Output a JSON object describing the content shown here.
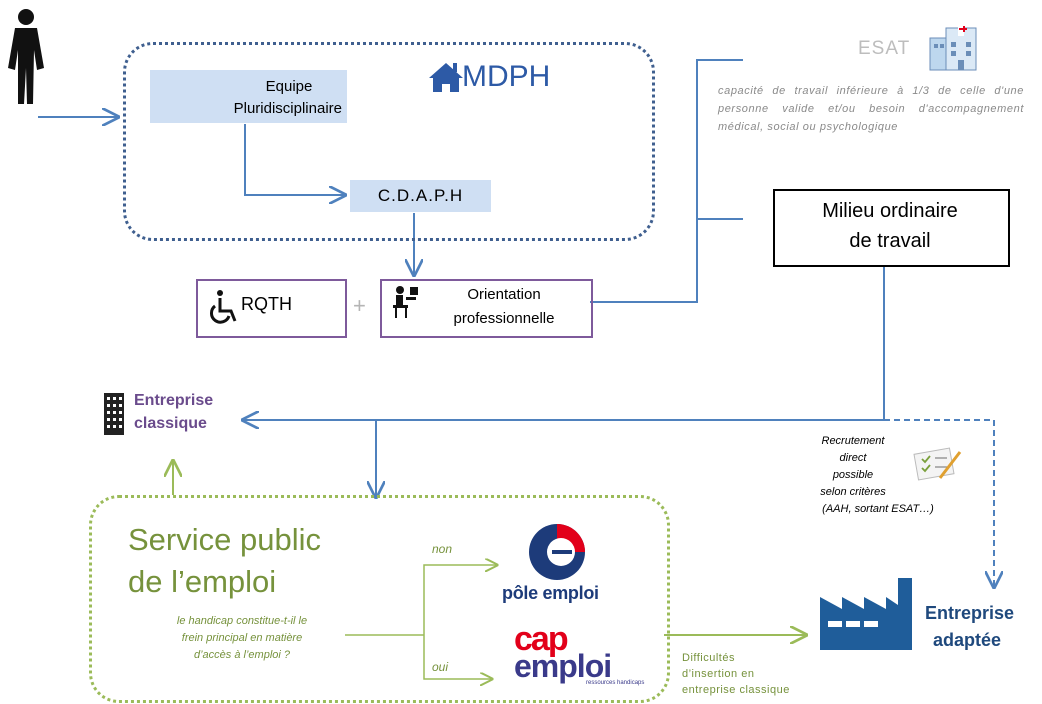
{
  "mdph": {
    "title": "MDPH"
  },
  "equipe": {
    "line1": "Equipe",
    "line2": "Pluridisciplinaire"
  },
  "cdaph": {
    "label": "C.D.A.P.H"
  },
  "rqth": {
    "label": "RQTH"
  },
  "plus": "+",
  "orientation": {
    "line1": "Orientation",
    "line2": "professionnelle"
  },
  "esat": {
    "label": "ESAT",
    "description": "capacité de travail inférieure à 1/3 de celle d'une personne valide et/ou besoin d'accompagnement médical, social ou psychologique"
  },
  "milieu": {
    "line1": "Milieu ordinaire",
    "line2": "de travail"
  },
  "entreprise_classique": {
    "line1": "Entreprise",
    "line2": "classique"
  },
  "recrutement": {
    "line1": "Recrutement",
    "line2": "direct",
    "line3": "possible",
    "line4": "selon critères",
    "line5": "(AAH, sortant ESAT…)"
  },
  "service_public": {
    "line1": "Service public",
    "line2": "de l’emploi",
    "q1": "le handicap constitue-t-il le",
    "q2": "frein principal en matière",
    "q3": "d’accès à l’emploi ?",
    "non": "non",
    "oui": "oui"
  },
  "pole_emploi": {
    "label": "pôle emploi"
  },
  "cap_emploi": {
    "cap": "cap",
    "emploi": "emploi",
    "sub": "ressources handicaps"
  },
  "difficultes": {
    "line1": "Difficultés",
    "line2": "d’insertion en",
    "line3": "entreprise classique"
  },
  "entreprise_adaptee": {
    "line1": "Entreprise",
    "line2": "adaptée"
  },
  "colors": {
    "blue": "#4f81bd",
    "dark_blue": "#1f497d",
    "green": "#9bbb59",
    "purple": "#7e5a9b",
    "pole_red": "#e2001a"
  }
}
